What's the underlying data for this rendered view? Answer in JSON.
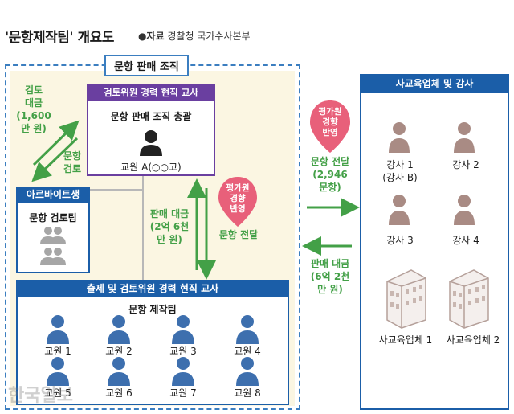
{
  "header": {
    "title": "'문항제작팀' 개요도",
    "source_label": "●자료",
    "source_text": "경찰청 국가수사본부"
  },
  "org": {
    "label": "문항 판매 조직",
    "left_flow_top": [
      "검토",
      "대금",
      "(1,600",
      "만 원)"
    ],
    "left_flow_bottom": [
      "문항",
      "검토"
    ],
    "reviewer": {
      "header": "검토위원 경력 현직 교사",
      "role": "문항 판매 조직 총괄",
      "person": "교원 A(○○고)"
    },
    "parttime": {
      "header": "아르바이트생",
      "team": "문항 검토팀"
    },
    "middle_flow": [
      "판매 대금",
      "(2억 6천",
      "만 원)"
    ],
    "pin1": [
      "평가원",
      "경향",
      "반영"
    ],
    "pin1_caption": "문항 전달",
    "makers": {
      "header": "출제 및 검토위원 경력 현직 교사",
      "team": "문항 제작팀",
      "members": [
        "교원 1",
        "교원 2",
        "교원 3",
        "교원 4",
        "교원 5",
        "교원 6",
        "교원 7",
        "교원 8"
      ]
    }
  },
  "between": {
    "pin2": [
      "평가원",
      "경향",
      "반영"
    ],
    "to_right": [
      "문항 전달",
      "(2,946",
      "문항)"
    ],
    "to_left": [
      "판매 대금",
      "(6억 2천",
      "만 원)"
    ]
  },
  "right": {
    "header": "사교육업체 및 강사",
    "instructors": [
      "강사 1",
      "(강사 B)",
      "강사 2",
      "강사 3",
      "강사 4"
    ],
    "companies": [
      "사교육업체 1",
      "사교육업체 2"
    ]
  },
  "watermark": "한국일보",
  "colors": {
    "blue": "#1b5ea8",
    "purple": "#6a3fa0",
    "green": "#43a047",
    "pin": "#e8607a",
    "person_blue": "#3d6fae",
    "person_brown": "#a98b84"
  }
}
